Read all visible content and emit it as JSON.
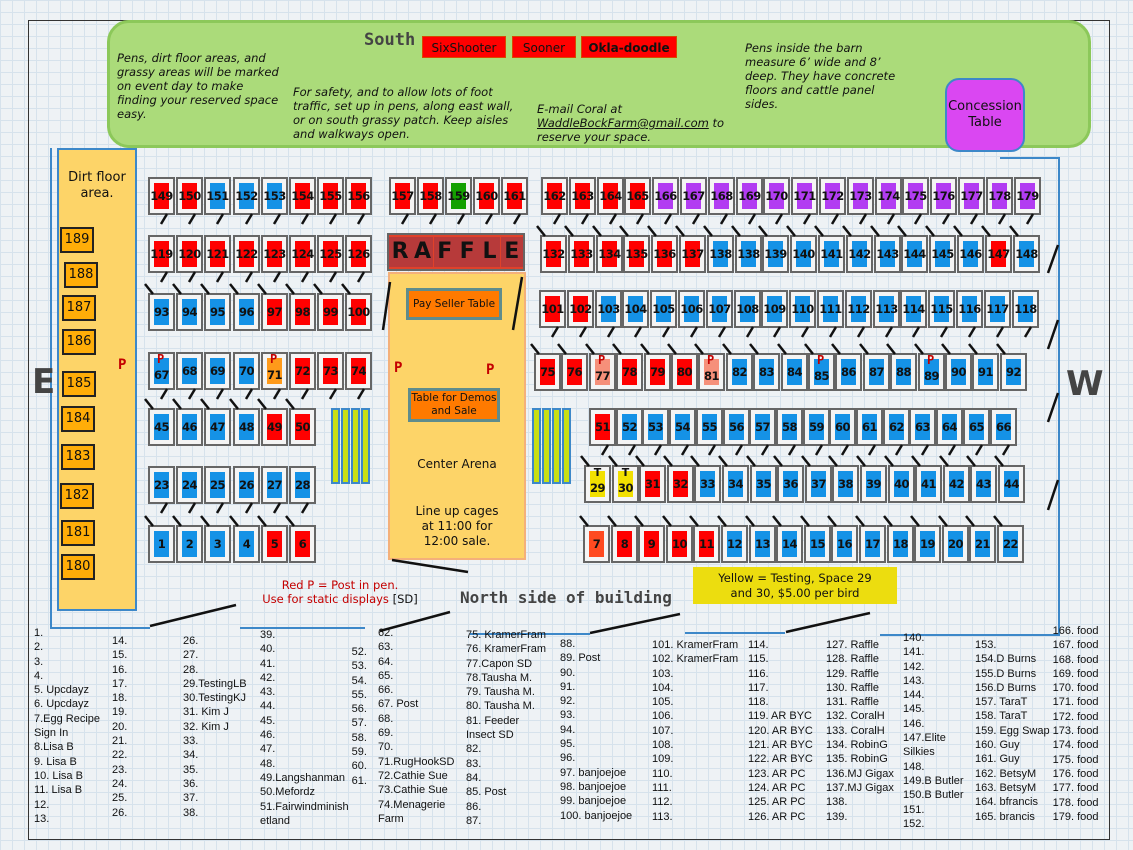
{
  "colors": {
    "red": "#ff0000",
    "blue": "#1592e6",
    "purple": "#b23cf2",
    "green": "#14a000",
    "yellow": "#f2e000",
    "orange": "#ff9a1a",
    "salmon": "#f6907a",
    "orangered": "#ff4a20"
  },
  "south": {
    "title": "South",
    "tags": [
      "SixShooter",
      "Sooner",
      "Okla-doodle"
    ],
    "note_left": "Pens, dirt floor areas, and grassy areas will  be marked on  event day to make finding your reserved space easy.",
    "note_safety": "For safety, and to allow lots of foot traffic, set up in pens, along east wall, or on south grassy patch.  Keep aisles and walkways open.",
    "email_prefix": "E-mail Coral at",
    "email": "WaddleBockFarm@gmail.com",
    "email_suffix": " to reserve your space.",
    "note_pens": "Pens inside the barn measure 6’ wide and 8’ deep.  They have concrete floors and cattle panel sides."
  },
  "concession": "Concession Table",
  "dirt": {
    "title": "Dirt floor area.",
    "pens": [
      "189",
      "188",
      "187",
      "186",
      "185",
      "184",
      "183",
      "182",
      "181",
      "180"
    ]
  },
  "compass": {
    "east": "E",
    "west": "W"
  },
  "post_marker": "P",
  "raffle": [
    "R",
    "A",
    "F",
    "F",
    "L",
    "E"
  ],
  "arena": {
    "pay_table": "Pay  Seller Table",
    "demo_table": "Table for Demos and Sale",
    "name": "Center Arena",
    "lineup": "Line up cages at 11:00 for 12:00 sale."
  },
  "legend": {
    "red_p_1": "Red P = Post in pen.",
    "red_p_2": "Use for static displays",
    "sd": "[SD]",
    "yellow": "Yellow = Testing, Space 29 and 30,  $5.00 per bird",
    "north": "North side of building"
  },
  "pen_rows": [
    {
      "pens": [
        [
          "149",
          "red"
        ],
        [
          "150",
          "red"
        ],
        [
          "151",
          "blue"
        ],
        [
          "152",
          "blue"
        ],
        [
          "153",
          "blue"
        ],
        [
          "154",
          "red"
        ],
        [
          "155",
          "red"
        ],
        [
          "156",
          "red"
        ]
      ]
    },
    {
      "pens": [
        [
          "157",
          "red"
        ],
        [
          "158",
          "red"
        ],
        [
          "159",
          "green"
        ],
        [
          "160",
          "red"
        ],
        [
          "161",
          "red"
        ]
      ]
    },
    {
      "pens": [
        [
          "162",
          "red"
        ],
        [
          "163",
          "red"
        ],
        [
          "164",
          "red"
        ],
        [
          "165",
          "red"
        ],
        [
          "166",
          "purple"
        ],
        [
          "167",
          "purple"
        ],
        [
          "168",
          "purple"
        ],
        [
          "169",
          "purple"
        ],
        [
          "170",
          "purple"
        ],
        [
          "171",
          "purple"
        ],
        [
          "172",
          "purple"
        ],
        [
          "173",
          "purple"
        ],
        [
          "174",
          "purple"
        ],
        [
          "175",
          "purple"
        ],
        [
          "176",
          "purple"
        ],
        [
          "177",
          "purple"
        ],
        [
          "178",
          "purple"
        ],
        [
          "179",
          "purple"
        ]
      ]
    },
    {
      "pens": [
        [
          "119",
          "red"
        ],
        [
          "120",
          "red"
        ],
        [
          "121",
          "red"
        ],
        [
          "122",
          "red"
        ],
        [
          "123",
          "red"
        ],
        [
          "124",
          "red"
        ],
        [
          "125",
          "red"
        ],
        [
          "126",
          "red"
        ]
      ]
    },
    {
      "pens": [
        [
          "132",
          "red"
        ],
        [
          "133",
          "red"
        ],
        [
          "134",
          "red"
        ],
        [
          "135",
          "red"
        ],
        [
          "136",
          "red"
        ],
        [
          "137",
          "red"
        ],
        [
          "138",
          "blue"
        ],
        [
          "138",
          "blue"
        ],
        [
          "139",
          "blue"
        ],
        [
          "140",
          "blue"
        ],
        [
          "141",
          "blue"
        ],
        [
          "142",
          "blue"
        ],
        [
          "143",
          "blue"
        ],
        [
          "144",
          "blue"
        ],
        [
          "145",
          "blue"
        ],
        [
          "146",
          "blue"
        ],
        [
          "147",
          "red"
        ],
        [
          "148",
          "blue"
        ]
      ]
    },
    {
      "pens": [
        [
          "93",
          "blue"
        ],
        [
          "94",
          "blue"
        ],
        [
          "95",
          "blue"
        ],
        [
          "96",
          "blue"
        ],
        [
          "97",
          "red"
        ],
        [
          "98",
          "red"
        ],
        [
          "99",
          "red"
        ],
        [
          "100",
          "red"
        ]
      ]
    },
    {
      "pens": [
        [
          "101",
          "red"
        ],
        [
          "102",
          "red"
        ],
        [
          "103",
          "blue"
        ],
        [
          "104",
          "blue"
        ],
        [
          "105",
          "blue"
        ],
        [
          "106",
          "blue"
        ],
        [
          "107",
          "blue"
        ],
        [
          "108",
          "blue"
        ],
        [
          "109",
          "blue"
        ],
        [
          "110",
          "blue"
        ],
        [
          "111",
          "blue"
        ],
        [
          "112",
          "blue"
        ],
        [
          "113",
          "blue"
        ],
        [
          "114",
          "blue"
        ],
        [
          "115",
          "blue"
        ],
        [
          "116",
          "blue"
        ],
        [
          "117",
          "blue"
        ],
        [
          "118",
          "blue"
        ]
      ]
    },
    {
      "pens": [
        [
          "67",
          "blue",
          "P"
        ],
        [
          "68",
          "blue"
        ],
        [
          "69",
          "blue"
        ],
        [
          "70",
          "blue"
        ],
        [
          "71",
          "orange",
          "P"
        ],
        [
          "72",
          "red"
        ],
        [
          "73",
          "red"
        ],
        [
          "74",
          "red"
        ]
      ]
    },
    {
      "pens": [
        [
          "75",
          "red"
        ],
        [
          "76",
          "red"
        ],
        [
          "77",
          "salmon",
          "P"
        ],
        [
          "78",
          "red"
        ],
        [
          "79",
          "red"
        ],
        [
          "80",
          "red"
        ],
        [
          "81",
          "salmon",
          "P"
        ],
        [
          "82",
          "blue"
        ],
        [
          "83",
          "blue"
        ],
        [
          "84",
          "blue"
        ],
        [
          "85",
          "blue",
          "P"
        ],
        [
          "86",
          "blue"
        ],
        [
          "87",
          "blue"
        ],
        [
          "88",
          "blue"
        ],
        [
          "89",
          "blue",
          "P"
        ],
        [
          "90",
          "blue"
        ],
        [
          "91",
          "blue"
        ],
        [
          "92",
          "blue"
        ]
      ]
    },
    {
      "pens": [
        [
          "45",
          "blue"
        ],
        [
          "46",
          "blue"
        ],
        [
          "47",
          "blue"
        ],
        [
          "48",
          "blue"
        ],
        [
          "49",
          "red"
        ],
        [
          "50",
          "red"
        ]
      ]
    },
    {
      "pens": [
        [
          "51",
          "red"
        ],
        [
          "52",
          "blue"
        ],
        [
          "53",
          "blue"
        ],
        [
          "54",
          "blue"
        ],
        [
          "55",
          "blue"
        ],
        [
          "56",
          "blue"
        ],
        [
          "57",
          "blue"
        ],
        [
          "58",
          "blue"
        ],
        [
          "59",
          "blue"
        ],
        [
          "60",
          "blue"
        ],
        [
          "61",
          "blue"
        ],
        [
          "62",
          "blue"
        ],
        [
          "63",
          "blue"
        ],
        [
          "64",
          "blue"
        ],
        [
          "65",
          "blue"
        ],
        [
          "66",
          "blue"
        ]
      ]
    },
    {
      "pens": [
        [
          "23",
          "blue"
        ],
        [
          "24",
          "blue"
        ],
        [
          "25",
          "blue"
        ],
        [
          "26",
          "blue"
        ],
        [
          "27",
          "blue"
        ],
        [
          "28",
          "blue"
        ]
      ]
    },
    {
      "pens": [
        [
          "29",
          "yellow",
          "T"
        ],
        [
          "30",
          "yellow",
          "T"
        ],
        [
          "31",
          "red"
        ],
        [
          "32",
          "red"
        ],
        [
          "33",
          "blue"
        ],
        [
          "34",
          "blue"
        ],
        [
          "35",
          "blue"
        ],
        [
          "36",
          "blue"
        ],
        [
          "37",
          "blue"
        ],
        [
          "38",
          "blue"
        ],
        [
          "39",
          "blue"
        ],
        [
          "40",
          "blue"
        ],
        [
          "41",
          "blue"
        ],
        [
          "42",
          "blue"
        ],
        [
          "43",
          "blue"
        ],
        [
          "44",
          "blue"
        ]
      ]
    },
    {
      "pens": [
        [
          "1",
          "blue"
        ],
        [
          "2",
          "blue"
        ],
        [
          "3",
          "blue"
        ],
        [
          "4",
          "blue"
        ],
        [
          "5",
          "red"
        ],
        [
          "6",
          "red"
        ]
      ]
    },
    {
      "pens": [
        [
          "7",
          "orangered"
        ],
        [
          "8",
          "red"
        ],
        [
          "9",
          "red"
        ],
        [
          "10",
          "red"
        ],
        [
          "11",
          "red"
        ],
        [
          "12",
          "blue"
        ],
        [
          "13",
          "blue"
        ],
        [
          "14",
          "blue"
        ],
        [
          "15",
          "blue"
        ],
        [
          "16",
          "blue"
        ],
        [
          "17",
          "blue"
        ],
        [
          "18",
          "blue"
        ],
        [
          "19",
          "blue"
        ],
        [
          "20",
          "blue"
        ],
        [
          "21",
          "blue"
        ],
        [
          "22",
          "blue"
        ]
      ]
    }
  ],
  "list_columns": [
    [
      "1.",
      "2.",
      "3.",
      "4.",
      "5. Upcdayz",
      "6. Upcdayz",
      "7.Egg Recipe",
      "Sign In",
      "8.Lisa B",
      "9. Lisa B",
      "10. Lisa B",
      "11. Lisa B",
      "12.",
      "13."
    ],
    [
      "14.",
      "15.",
      "16.",
      "17.",
      "18.",
      "19.",
      "20.",
      "21.",
      "22.",
      "23.",
      "24.",
      "25.",
      "26."
    ],
    [
      "26.",
      "27.",
      "28.",
      "29.TestingLB",
      "30.TestingKJ",
      "31. Kim J",
      "32. Kim J",
      "33.",
      "34.",
      "35.",
      "36.",
      "37.",
      "38."
    ],
    [
      "39.",
      "40.",
      "41.",
      "42.",
      "43.",
      "44.",
      "45.",
      "46.",
      "47.",
      "48.",
      "49.Langshanman",
      "50.Mefordz",
      "51.Fairwindminish",
      "etland"
    ],
    [
      "52.",
      "53.",
      "54.",
      "55.",
      "56.",
      "57.",
      "58.",
      "59.",
      "60.",
      "61."
    ],
    [
      "62.",
      "63.",
      "64.",
      "65.",
      "66.",
      "67. Post",
      "68.",
      "69.",
      "70.",
      "71.RugHookSD",
      "72.Cathie Sue",
      "73.Cathie Sue",
      "74.Menagerie",
      "Farm"
    ],
    [
      "75. KramerFram",
      "76. KramerFram",
      "77.Capon SD",
      "78.Tausha M.",
      "79. Tausha M.",
      "80. Tausha M.",
      "81. Feeder",
      "Insect SD",
      "82.",
      "83.",
      "84.",
      "85. Post",
      "86.",
      "87."
    ],
    [
      "88.",
      "89. Post",
      "90.",
      "91.",
      "92.",
      "93.",
      "94.",
      "95.",
      "96.",
      "97. banjoejoe",
      "98. banjoejoe",
      "99. banjoejoe",
      "100. banjoejoe"
    ],
    [
      "101. KramerFram",
      "102. KramerFram",
      "103.",
      "104.",
      "105.",
      "106.",
      "107.",
      "108.",
      "109.",
      "110.",
      "111.",
      "112.",
      "113."
    ],
    [
      "114.",
      "115.",
      "116.",
      "117.",
      "118.",
      "119. AR BYC",
      "120. AR BYC",
      "121. AR BYC",
      "122. AR BYC",
      "123. AR PC",
      "124. AR PC",
      "125. AR PC",
      "126. AR PC"
    ],
    [
      "127. Raffle",
      "128. Raffle",
      "129. Raffle",
      "130. Raffle",
      "131. Raffle",
      "132. CoralH",
      "133. CoralH",
      "134. RobinG",
      "135. RobinG",
      "136.MJ Gigax",
      "137.MJ Gigax",
      "138.",
      "139."
    ],
    [
      "140.",
      "141.",
      "142.",
      "143.",
      "144.",
      "145.",
      "146.",
      "147.Elite",
      "Silkies",
      "148.",
      "149.B Butler",
      "150.B Butler",
      "151.",
      "152."
    ],
    [
      "153.",
      "154.D Burns",
      "155.D Burns",
      "156.D Burns",
      "157. TaraT",
      "158. TaraT",
      "159. Egg Swap",
      "160. Guy",
      "161. Guy",
      "162. BetsyM",
      "163. BetsyM",
      "164. bfrancis",
      "165. brancis"
    ],
    [
      "166. food",
      "167. food",
      "168. food",
      "169. food",
      "170. food",
      "171. food",
      "172. food",
      "173. food",
      "174. food",
      "175. food",
      "176. food",
      "177. food",
      "178. food",
      "179. food"
    ]
  ]
}
